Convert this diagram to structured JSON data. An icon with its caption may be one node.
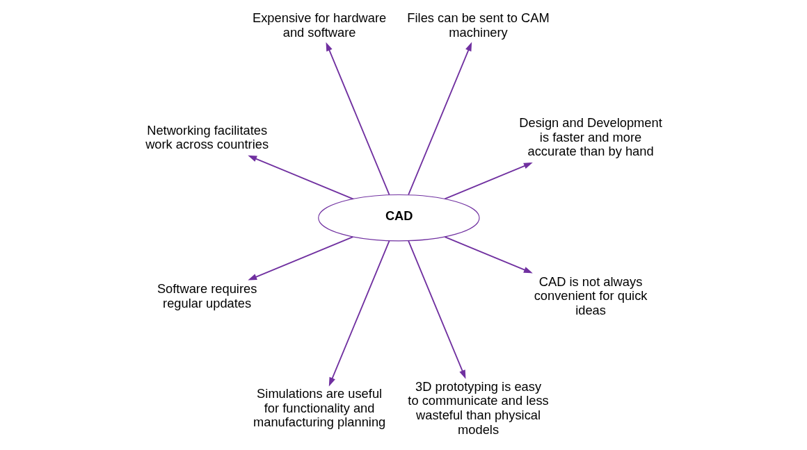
{
  "diagram": {
    "nodes": [
      {
        "text": [
          "CAD"
        ]
      },
      {
        "text": [
          "Design and Development is faster and more accurate than by hand"
        ]
      },
      {
        "text": [
          "Files can be sent to CAM machinery"
        ]
      },
      {
        "text": [
          "Expensive for hardware and software"
        ]
      },
      {
        "text": [
          "Networking facilitates work across countries"
        ]
      },
      {
        "text": [
          "Software requires regular updates"
        ]
      },
      {
        "text": [
          "Simulations are useful for functionality and manufacturing planning"
        ]
      },
      {
        "text": [
          "3D prototyping is easy to communicate and less wasteful than physical models"
        ]
      },
      {
        "text": [
          "CAD is not always convenient for quick ideas"
        ]
      }
    ],
    "edges": [
      {
        "from": 0,
        "to": 1,
        "arrow": "to"
      },
      {
        "from": 0,
        "to": 2,
        "arrow": "to"
      },
      {
        "from": 0,
        "to": 3,
        "arrow": "to"
      },
      {
        "from": 0,
        "to": 4,
        "arrow": "to"
      },
      {
        "from": 0,
        "to": 5,
        "arrow": "to"
      },
      {
        "from": 0,
        "to": 6,
        "arrow": "to"
      },
      {
        "from": 0,
        "to": 7,
        "arrow": "to"
      },
      {
        "from": 0,
        "to": 8,
        "arrow": "to"
      }
    ]
  }
}
